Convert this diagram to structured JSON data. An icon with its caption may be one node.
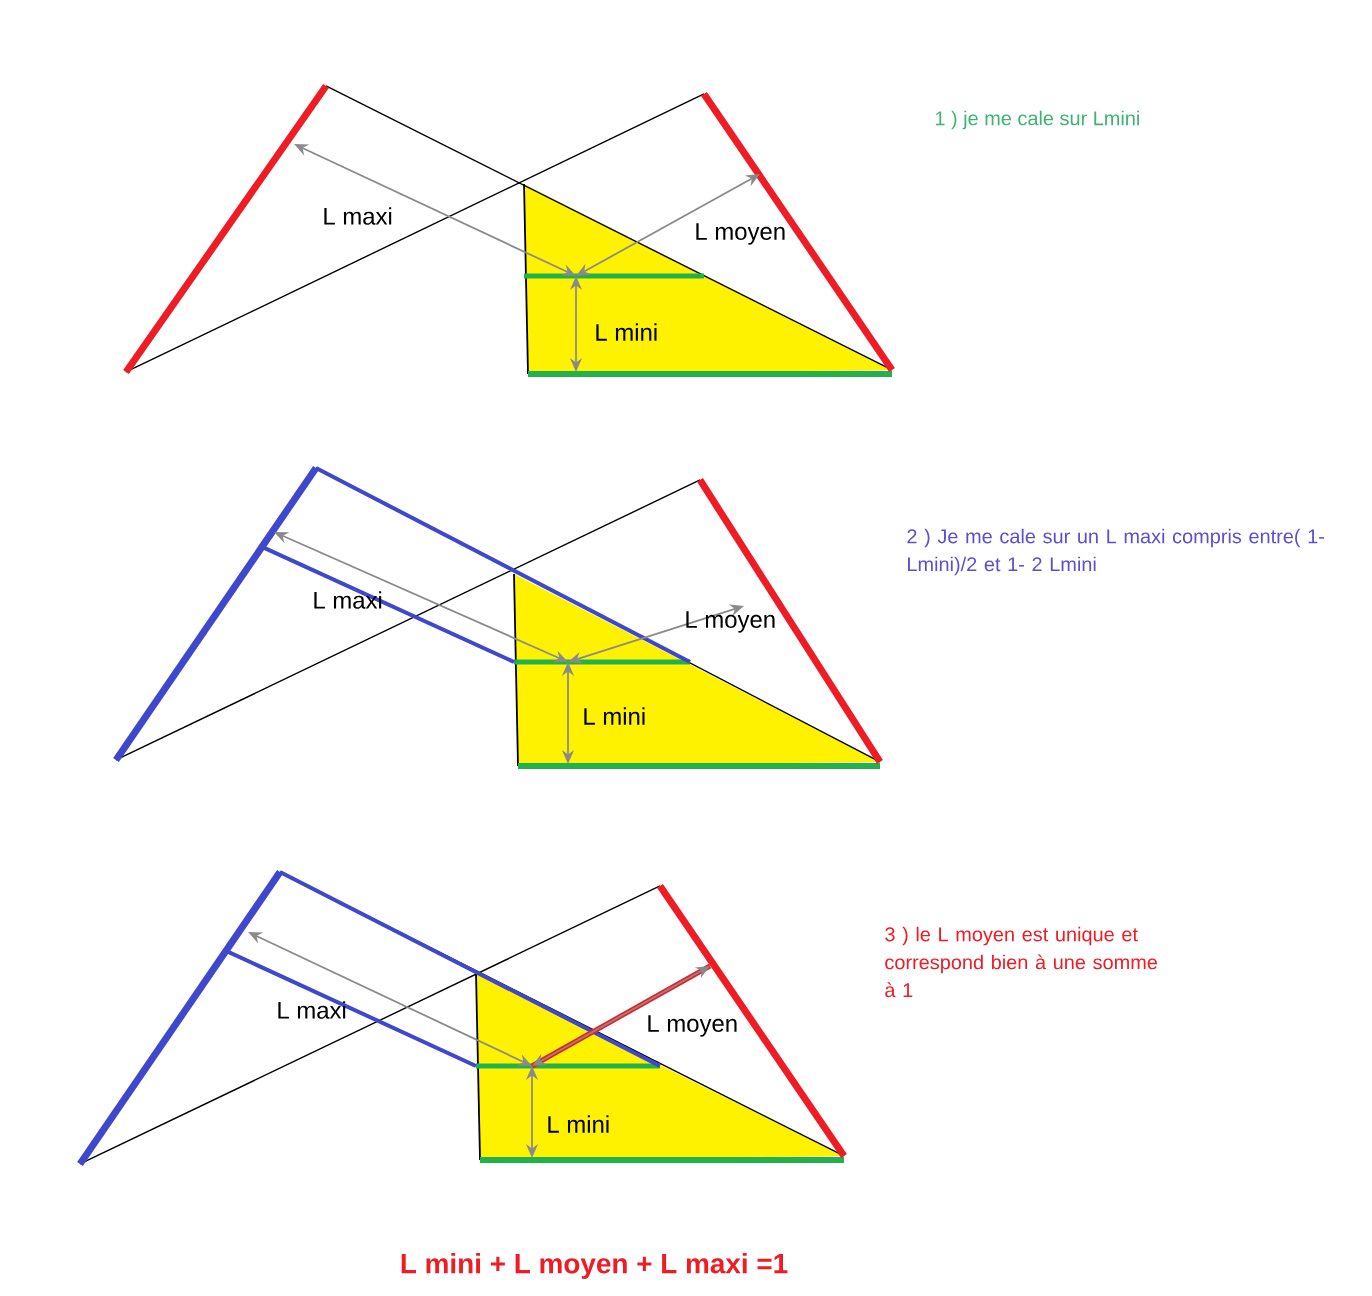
{
  "diagram": {
    "caption": "L mini + L moyen + L maxi =1",
    "labels": [
      "1 ) je me cale sur Lmini",
      "L maxi",
      "L moyen",
      "L mini",
      "2 ) Je me cale sur un L maxi compris entre( 1-Lmini)/2 et   1- 2 Lmini",
      "L maxi",
      "L moyen",
      "L mini",
      "3 ) le L moyen est unique et correspond bien à une somme à 1",
      "L maxi",
      "L moyen",
      "L mini"
    ]
  }
}
